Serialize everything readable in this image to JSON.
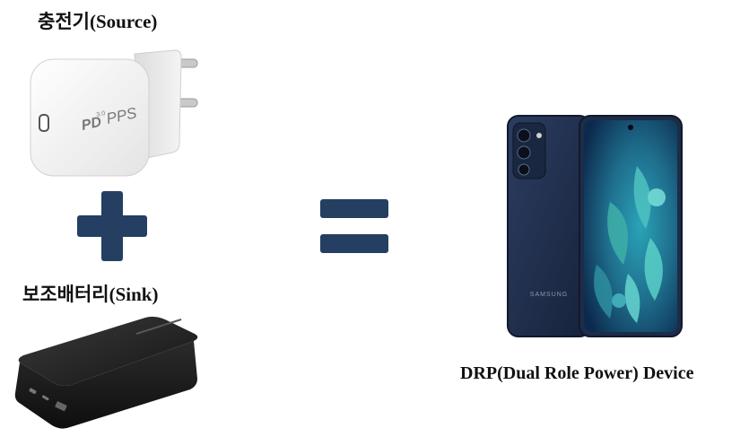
{
  "charger": {
    "label_ko": "충전기",
    "label_en": "(Source)",
    "print_pd": "PD",
    "print_ver": "3.0",
    "print_pps": "PPS"
  },
  "operator_plus": "plus",
  "battery": {
    "label_ko": "보조배터리",
    "label_en": "(Sink)"
  },
  "operator_equals": "equals",
  "phone": {
    "brand": "SAMSUNG"
  },
  "result": {
    "label": "DRP(Dual Role Power) Device"
  },
  "colors": {
    "operator": "#243F61",
    "charger_body": "#F2F2F2",
    "battery_body": "#1E1E1E",
    "phone_body": "#1D2C48"
  }
}
